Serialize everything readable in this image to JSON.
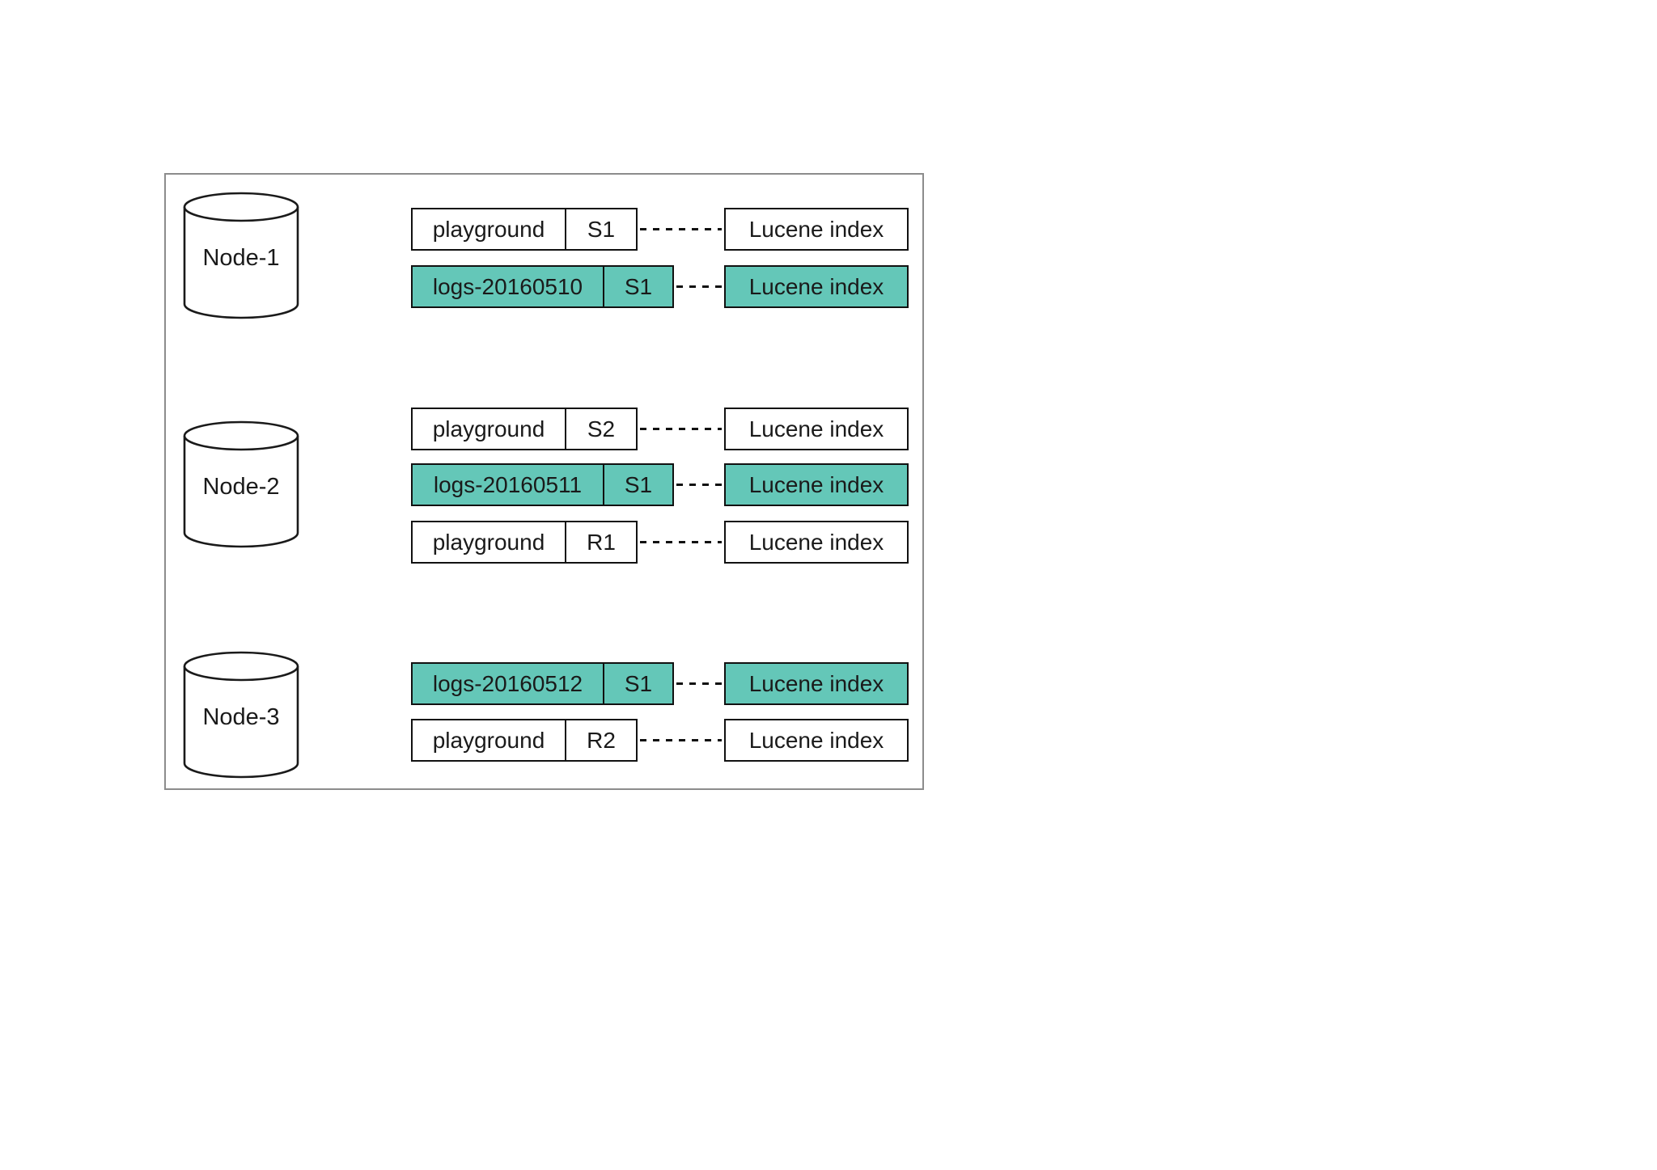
{
  "colors": {
    "teal": "#64c7b8",
    "box_border": "#111111",
    "frame_border": "#8c8c8c",
    "text": "#1a1a1a"
  },
  "nodes": [
    {
      "label": "Node-1",
      "rows": [
        {
          "index": "playground",
          "shard": "S1",
          "highlight": false,
          "target": "Lucene index"
        },
        {
          "index": "logs-20160510",
          "shard": "S1",
          "highlight": true,
          "target": "Lucene index"
        }
      ]
    },
    {
      "label": "Node-2",
      "rows": [
        {
          "index": "playground",
          "shard": "S2",
          "highlight": false,
          "target": "Lucene index"
        },
        {
          "index": "logs-20160511",
          "shard": "S1",
          "highlight": true,
          "target": "Lucene index"
        },
        {
          "index": "playground",
          "shard": "R1",
          "highlight": false,
          "target": "Lucene index"
        }
      ]
    },
    {
      "label": "Node-3",
      "rows": [
        {
          "index": "logs-20160512",
          "shard": "S1",
          "highlight": true,
          "target": "Lucene index"
        },
        {
          "index": "playground",
          "shard": "R2",
          "highlight": false,
          "target": "Lucene index"
        }
      ]
    }
  ]
}
